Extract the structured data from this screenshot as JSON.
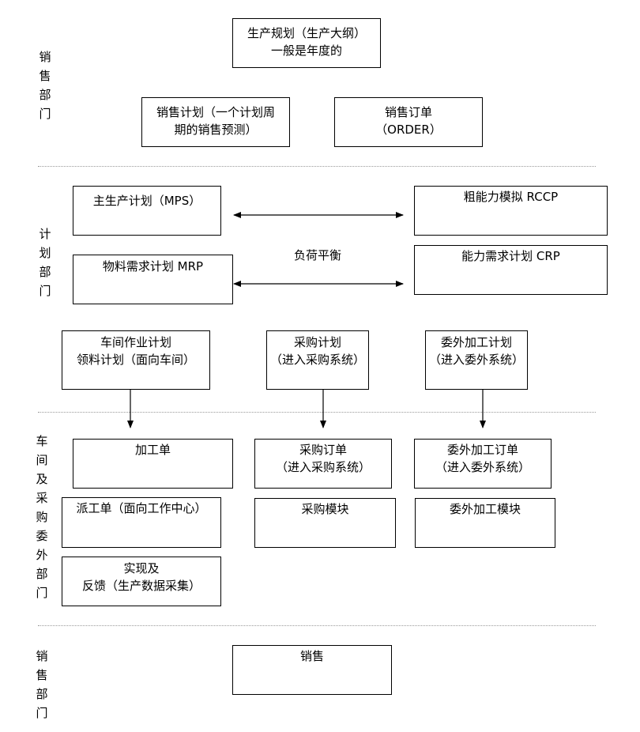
{
  "sections": {
    "sales_top": [
      "销",
      "售",
      "部",
      "门"
    ],
    "planning": [
      "计",
      "划",
      "部",
      "门"
    ],
    "workshop": [
      "车",
      "间",
      "及",
      "采",
      "购",
      "委",
      "外",
      "部",
      "门"
    ],
    "sales_bottom": [
      "销",
      "售",
      "部",
      "门"
    ]
  },
  "boxes": {
    "production_plan": [
      "生产规划（生产大纲）",
      "一般是年度的"
    ],
    "sales_plan": [
      "销售计划（一个计划周",
      "期的销售预测）"
    ],
    "sales_order": [
      "销售订单",
      "（ORDER）"
    ],
    "mps": [
      "主生产计划（MPS）"
    ],
    "rccp": [
      "粗能力模拟 RCCP"
    ],
    "mrp": [
      "物料需求计划 MRP"
    ],
    "crp": [
      "能力需求计划 CRP"
    ],
    "workshop_plan": [
      "车间作业计划",
      "领料计划（面向车间）"
    ],
    "purchase_plan": [
      "采购计划",
      "（进入采购系统）"
    ],
    "outsource_plan": [
      "委外加工计划",
      "（进入委外系统）"
    ],
    "process_order": [
      "加工单"
    ],
    "purchase_order": [
      "采购订单",
      "（进入采购系统）"
    ],
    "outsource_order": [
      "委外加工订单",
      "（进入委外系统）"
    ],
    "dispatch_order": [
      "派工单（面向工作中心）"
    ],
    "purchase_module": [
      "采购模块"
    ],
    "outsource_module": [
      "委外加工模块"
    ],
    "feedback": [
      "实现及",
      "反馈（生产数据采集）"
    ],
    "sales": [
      "销售"
    ]
  },
  "load_balance_label": "负荷平衡"
}
